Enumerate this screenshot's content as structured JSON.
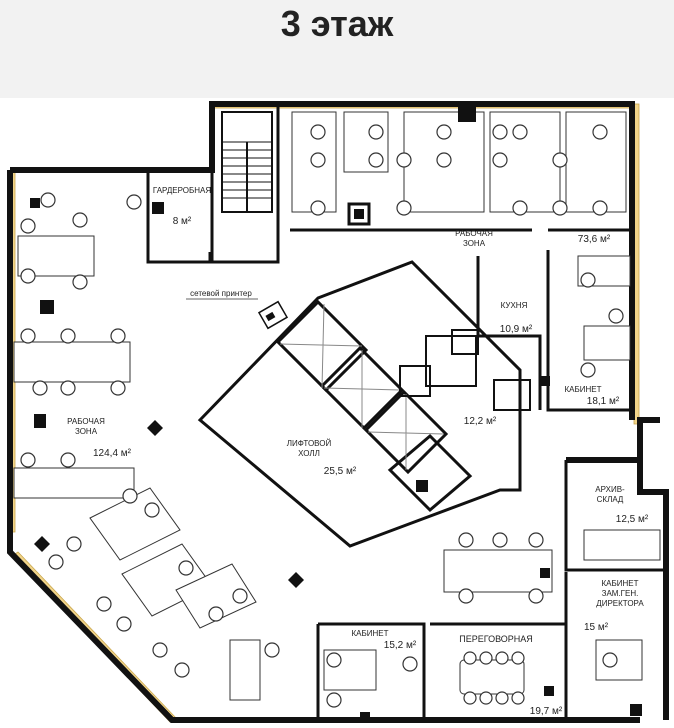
{
  "header": {
    "title": "3 этаж"
  },
  "colors": {
    "wall": "#111111",
    "window": "#f2d58a",
    "banner": "#f2f2f2",
    "text": "#222222"
  },
  "rooms": {
    "wardrobe": {
      "name": "ГАРДЕРОБНАЯ",
      "area": "8 м²"
    },
    "work_top": {
      "name_line1": "РАБОЧАЯ",
      "name_line2": "ЗОНА",
      "area": "73,6 м²"
    },
    "kitchen": {
      "name": "КУХНЯ",
      "area": "10,9 м²"
    },
    "office_right": {
      "name": "КАБИНЕТ",
      "area": "18,1 м²"
    },
    "wc": {
      "area": "12,2 м²"
    },
    "lift_hall": {
      "name_line1": "ЛИФТОВОЙ",
      "name_line2": "ХОЛЛ",
      "area": "25,5 м²"
    },
    "work_left": {
      "name_line1": "РАБОЧАЯ",
      "name_line2": "ЗОНА",
      "area": "124,4 м²"
    },
    "archive": {
      "name_line1": "АРХИВ-",
      "name_line2": "СКЛАД",
      "area": "12,5 м²"
    },
    "deputy_office": {
      "name_line1": "КАБИНЕТ",
      "name_line2": "ЗАМ.ГЕН.",
      "name_line3": "ДИРЕКТОРА",
      "area": "15 м²"
    },
    "office_bottom": {
      "name": "КАБИНЕТ",
      "area": "15,2 м²"
    },
    "meeting": {
      "name": "ПЕРЕГОВОРНАЯ",
      "area": "19,7 м²"
    }
  },
  "printer": {
    "label": "сетевой принтер"
  }
}
